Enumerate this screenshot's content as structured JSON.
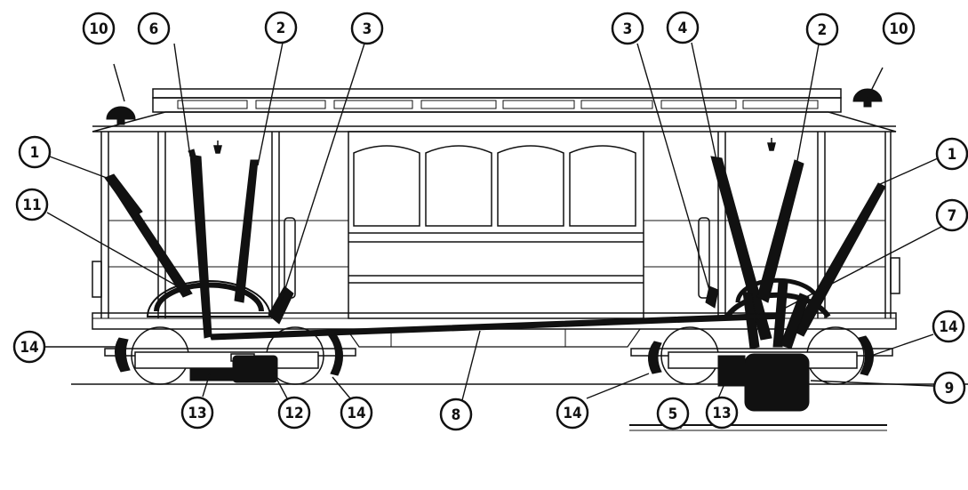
{
  "callouts": {
    "c1": "10",
    "c2": "6",
    "c3": "2",
    "c4": "3",
    "c5": "3",
    "c6": "4",
    "c7": "2",
    "c8": "10",
    "c9": "1",
    "c10": "11",
    "c11": "1",
    "c12": "7",
    "c13": "14",
    "c14": "14",
    "c15": "9",
    "c16": "13",
    "c17": "12",
    "c18": "14",
    "c19": "8",
    "c20": "14",
    "c21": "5",
    "c22": "13"
  },
  "colors": {
    "ink": "#111111",
    "paper": "#ffffff"
  }
}
